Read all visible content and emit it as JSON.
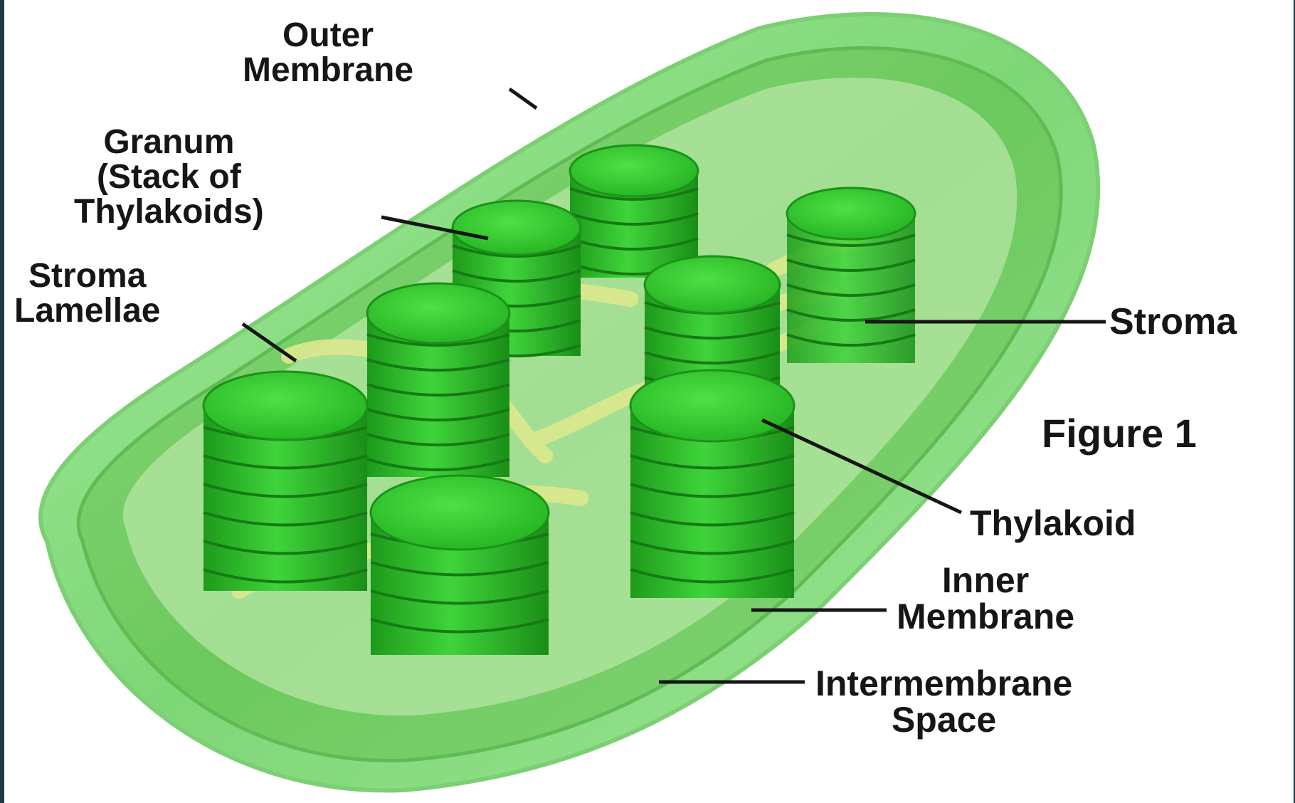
{
  "labels": {
    "outer_membrane": [
      "Outer",
      "Membrane"
    ],
    "granum": [
      "Granum",
      "(Stack of",
      "Thylakoids)"
    ],
    "stroma_lamellae": [
      "Stroma",
      "Lamellae"
    ],
    "stroma": "Stroma",
    "figure": "Figure 1",
    "thylakoid": "Thylakoid",
    "inner_membrane": [
      "Inner",
      "Membrane"
    ],
    "intermembrane_space": [
      "Intermembrane",
      "Space"
    ]
  },
  "colors": {
    "frame_border": "#1d3a47",
    "background": "#ffffff",
    "outer_membrane": "#8ee08a",
    "inner_body": "#6ccc5e",
    "granum_top": "#2fc92a",
    "granum_side": "#20a51d",
    "lamellae": "#dbe78a",
    "label_text": "#161616"
  }
}
